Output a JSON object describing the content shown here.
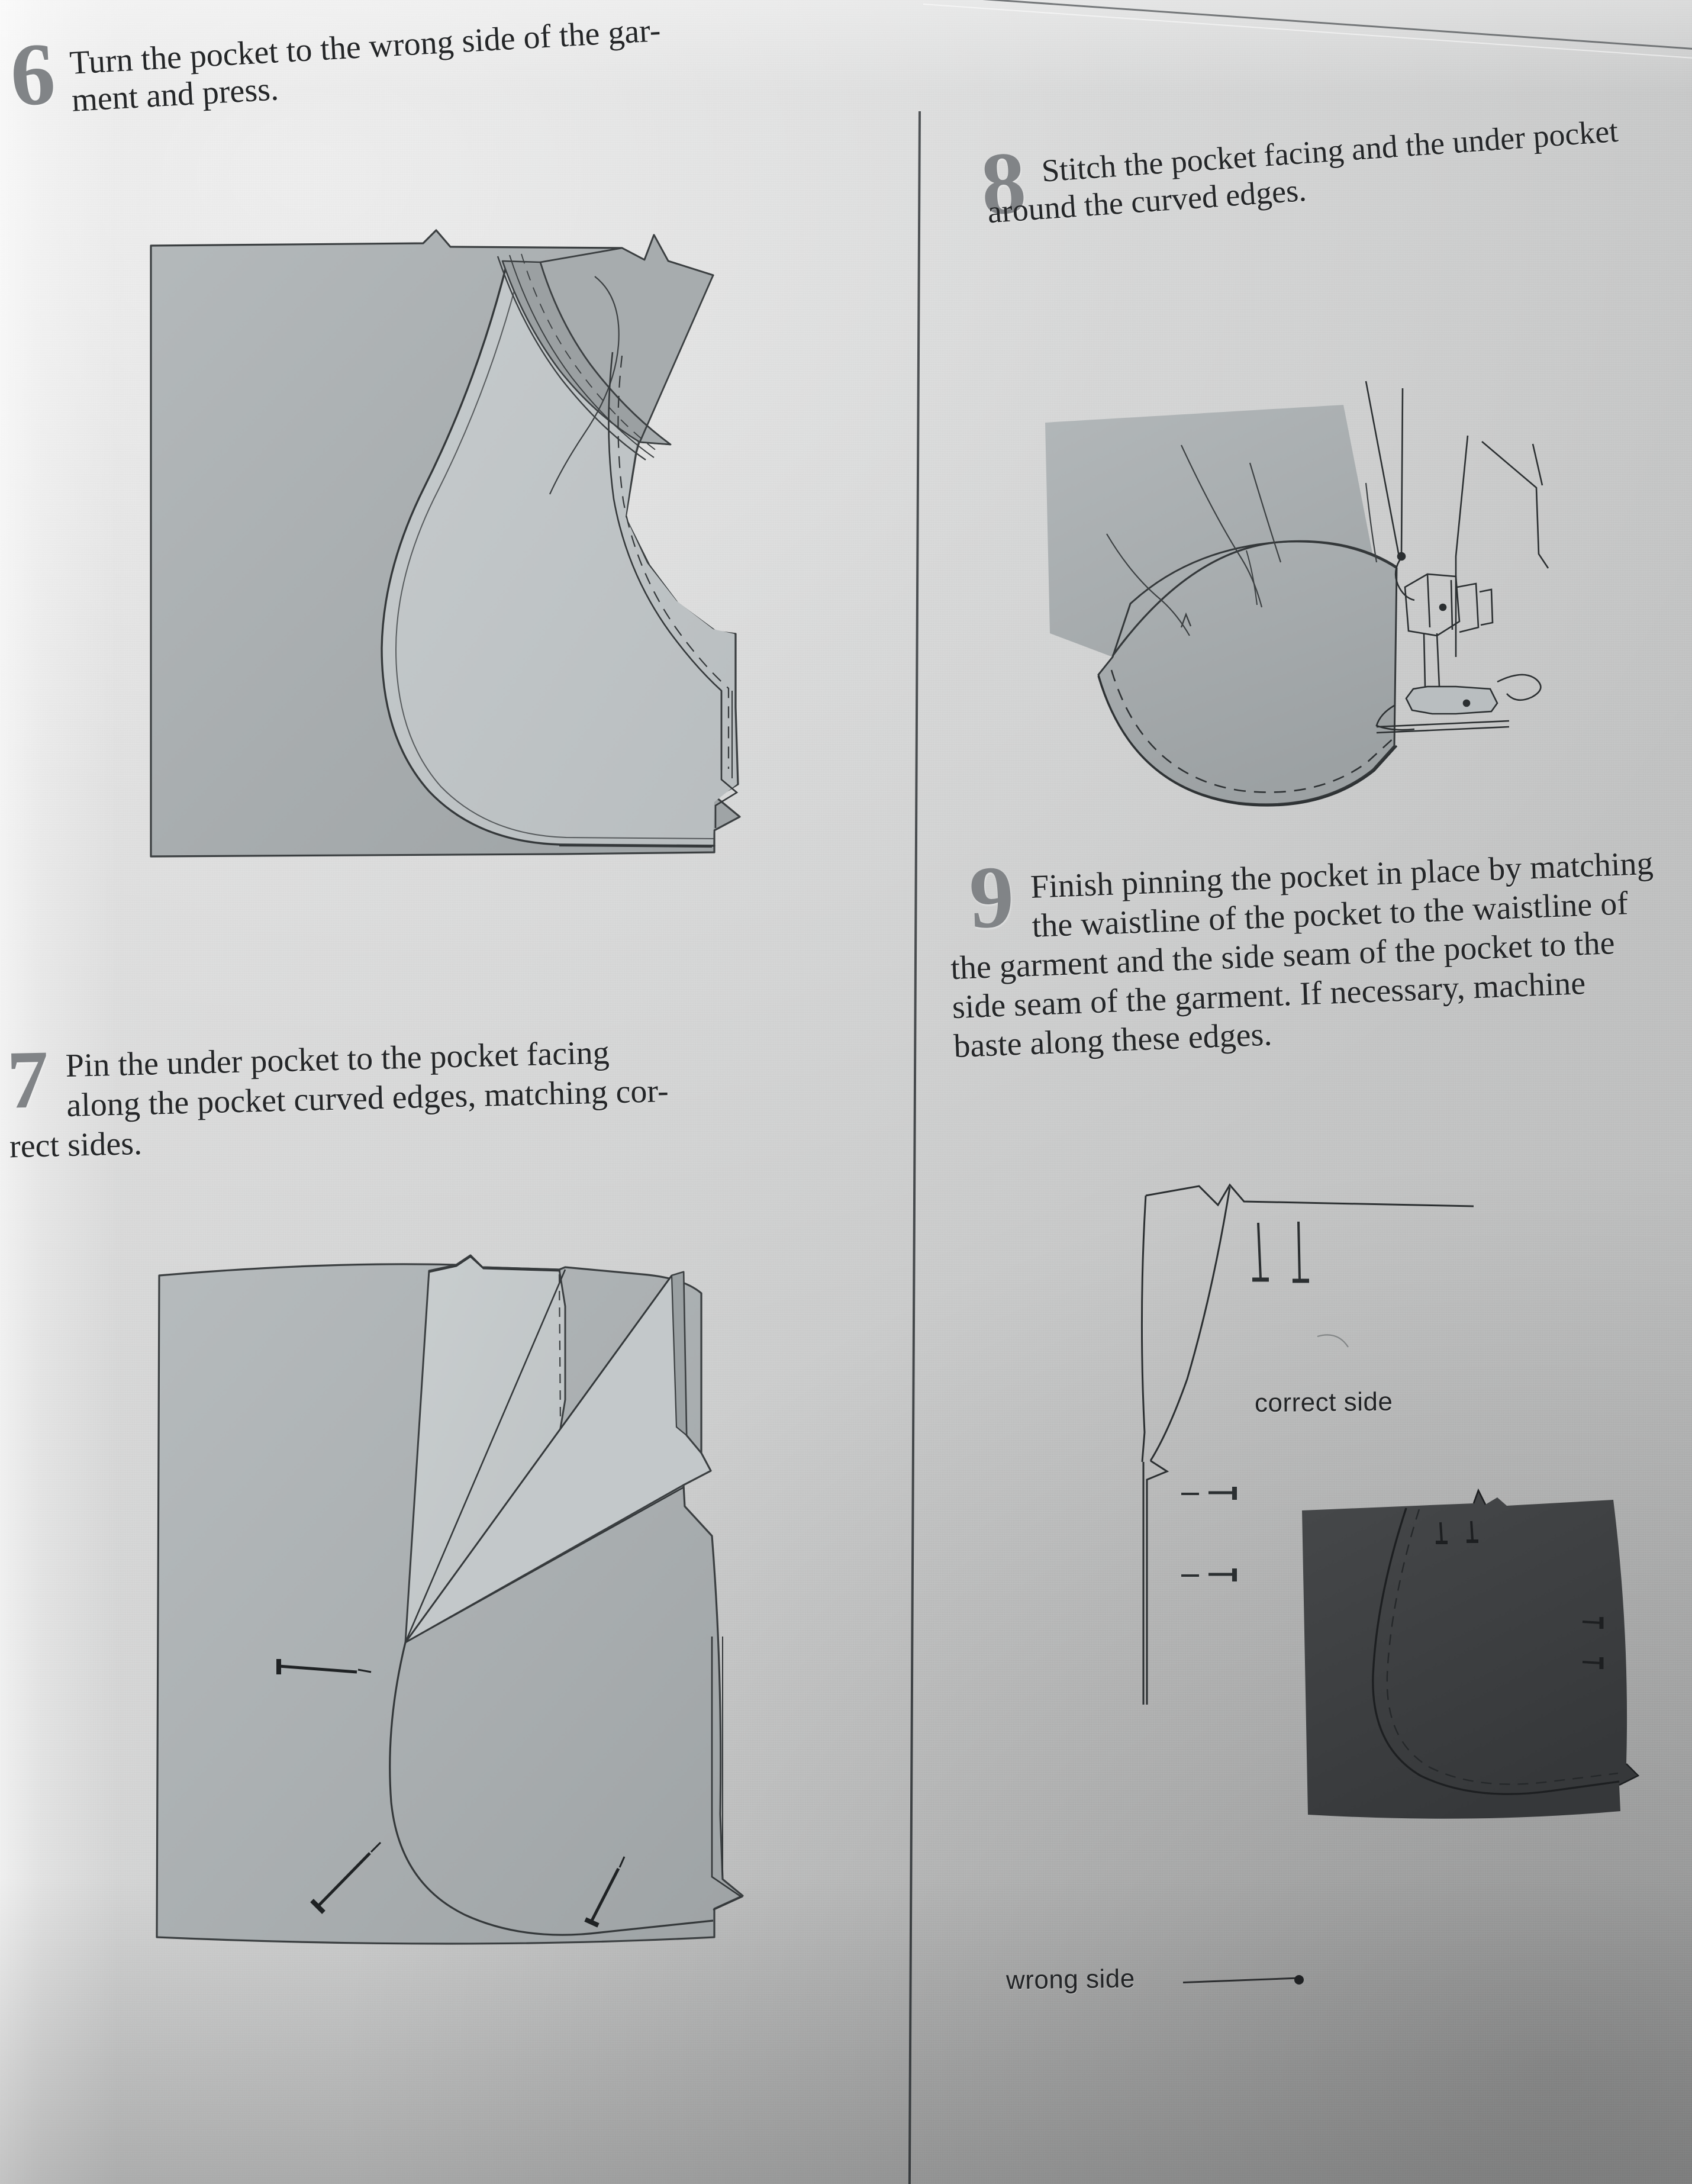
{
  "page": {
    "kind": "sewing-instruction-book-page",
    "background_color": "#d2d3d3",
    "panel_fill_color": "#a9aeb0",
    "dark_panel_color": "#3d3e40",
    "ink_color": "#242628",
    "step_number_color": "#818487"
  },
  "steps": [
    {
      "number": "6",
      "text": "Turn the pocket to the wrong side of the gar-ment and press.",
      "text_line1": "Turn the pocket to the wrong side of the gar-",
      "text_line2": "ment and press.",
      "column": "left",
      "illustration": "garment-panel-with-folded-pocket"
    },
    {
      "number": "7",
      "text": "Pin the under pocket to the pocket facing along the pocket curved edges, matching correct sides.",
      "text_line1": "Pin the under pocket to the pocket facing",
      "text_line2": "along the pocket curved edges, matching cor-",
      "text_line3": "rect sides.",
      "column": "left",
      "illustration": "garment-panel-with-pins"
    },
    {
      "number": "8",
      "text": "Stitch the pocket facing and the under pocket around the curved edges.",
      "text_line1": "Stitch the pocket facing and the under pocket",
      "text_line2": "around the curved edges.",
      "column": "right",
      "illustration": "sewing-machine-stitching-curve"
    },
    {
      "number": "9",
      "text": "Finish pinning the pocket in place by matching the waistline of the pocket to the waistline of the garment and the side seam of the pocket to the side seam of the garment. If necessary, machine baste along these edges.",
      "text_line1": "Finish pinning the pocket in place by matching",
      "text_line2": "the waistline of the pocket to the waistline of",
      "text_line3": "the garment and the side seam of the pocket to the",
      "text_line4": "side seam of the garment. If necessary, machine",
      "text_line5": "baste along these edges.",
      "column": "right",
      "illustration": "pocket-pinned-correct-and-wrong-side"
    }
  ],
  "labels": {
    "correct_side": "correct side",
    "wrong_side": "wrong side"
  }
}
